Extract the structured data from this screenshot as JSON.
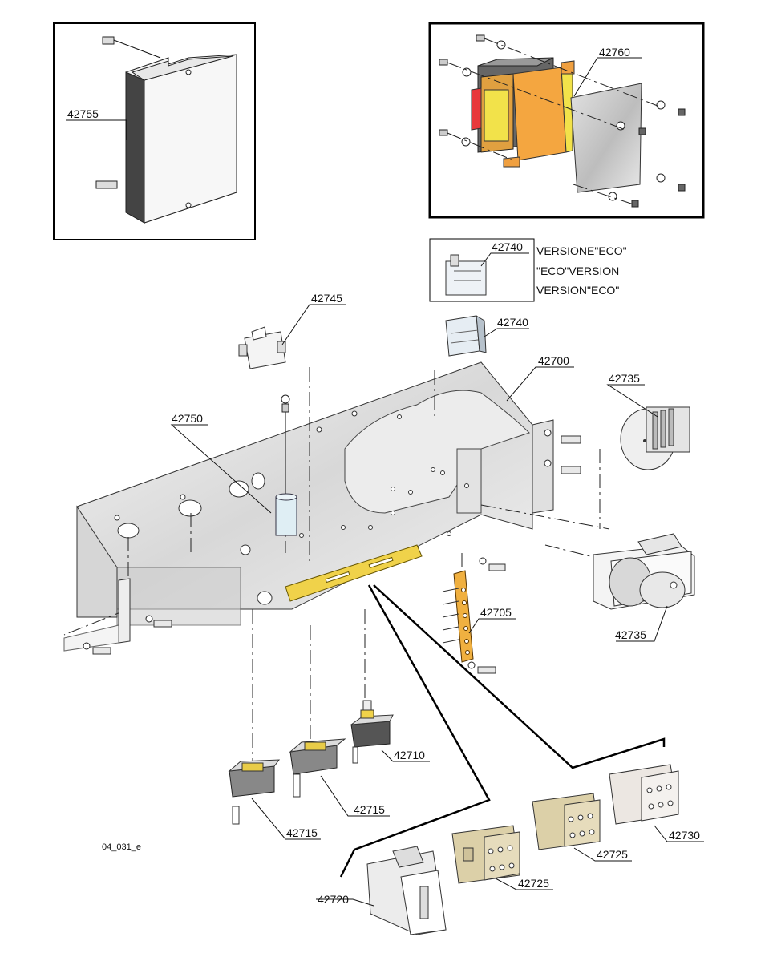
{
  "diagram": {
    "drawing_code": "04_031_e",
    "eco_note": [
      "VERSIONE\"ECO\"",
      "\"ECO\"VERSION",
      "VERSION\"ECO\""
    ],
    "parts": {
      "p42755": "42755",
      "p42760": "42760",
      "p42740a": "42740",
      "p42740b": "42740",
      "p42745": "42745",
      "p42700": "42700",
      "p42735a": "42735",
      "p42735b": "42735",
      "p42750": "42750",
      "p42705": "42705",
      "p42710": "42710",
      "p42715a": "42715",
      "p42715b": "42715",
      "p42720": "42720",
      "p42725a": "42725",
      "p42725b": "42725",
      "p42730": "42730"
    },
    "colors": {
      "transformer_core": "#f4a640",
      "coil_yellow": "#f2e24a",
      "coil_red": "#e8383b",
      "rail_yellow": "#f0d24a",
      "terminal_orange": "#f0b040",
      "contactor_beige": "#dcd0a8",
      "contactor_light": "#ece7e2",
      "panel_grey": "#dcdcdc"
    }
  }
}
